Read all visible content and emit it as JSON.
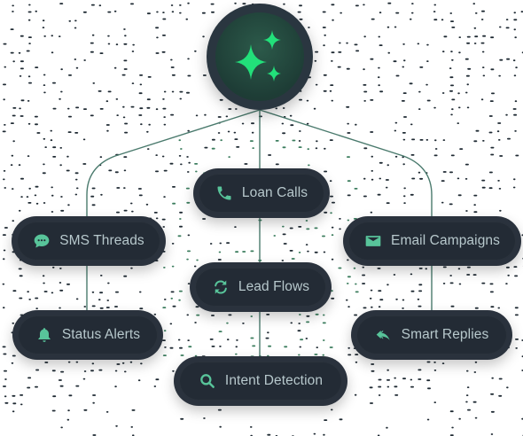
{
  "hub": {
    "icon": "sparkles-icon"
  },
  "nodes": [
    {
      "label": "Loan Calls",
      "icon": "phone-icon"
    },
    {
      "label": "SMS Threads",
      "icon": "chat-bubble-icon"
    },
    {
      "label": "Email Campaigns",
      "icon": "envelope-icon"
    },
    {
      "label": "Lead Flows",
      "icon": "sync-arrows-icon"
    },
    {
      "label": "Status Alerts",
      "icon": "bell-icon"
    },
    {
      "label": "Smart Replies",
      "icon": "reply-all-icon"
    },
    {
      "label": "Intent Detection",
      "icon": "search-icon"
    }
  ],
  "colors": {
    "accent": "#22e07a",
    "icon": "#58c49a",
    "pill_outer": "#2a323d",
    "pill_inner": "#232b35",
    "label": "#b7c8cc",
    "connector": "#3f6f62"
  }
}
